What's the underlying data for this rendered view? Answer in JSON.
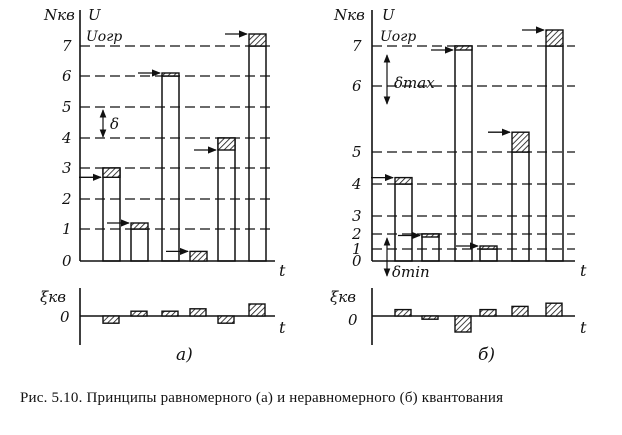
{
  "figure": {
    "caption_prefix": "Рис. 5.10.",
    "caption_text": "Принципы равномерного (а) и неравномерного (б) квантования",
    "labels": {
      "n_kv": "Nкв",
      "u": "U",
      "u_ogr": "Uогр",
      "t": "t",
      "xi_kv": "ξкв",
      "zero": "0",
      "delta": "δ",
      "delta_max": "δmax",
      "delta_min": "δmin",
      "panel_a": "а)",
      "panel_b": "б)"
    },
    "colors": {
      "ink": "#111111",
      "paper": "#ffffff"
    }
  },
  "chart_data": [
    {
      "type": "bar",
      "panel": "а)",
      "title": "",
      "ylabel": "Nкв",
      "xlabel": "t",
      "y_ticks": [
        "0",
        "1",
        "2",
        "3",
        "4",
        "5",
        "6",
        "7"
      ],
      "quantization": "uniform",
      "samples": [
        3,
        1,
        6,
        0,
        4,
        7
      ],
      "signal_levels": [
        2.7,
        1.2,
        6.1,
        0.3,
        3.6,
        7.4
      ],
      "error_series": {
        "name": "ξкв",
        "values": [
          -0.3,
          0.2,
          0.2,
          0.3,
          -0.3,
          0.5
        ]
      }
    },
    {
      "type": "bar",
      "panel": "б)",
      "title": "",
      "ylabel": "Nкв",
      "xlabel": "t",
      "y_ticks": [
        "0",
        "1",
        "2",
        "3",
        "4",
        "5",
        "6",
        "7"
      ],
      "quantization": "non-uniform",
      "samples": [
        4,
        2,
        7,
        1,
        5,
        7
      ],
      "signal_levels": [
        4.2,
        1.9,
        6.9,
        1.2,
        5.3,
        7.4
      ],
      "error_series": {
        "name": "ξкв",
        "values": [
          0.2,
          -0.1,
          -0.5,
          0.2,
          0.3,
          0.4
        ]
      }
    }
  ]
}
